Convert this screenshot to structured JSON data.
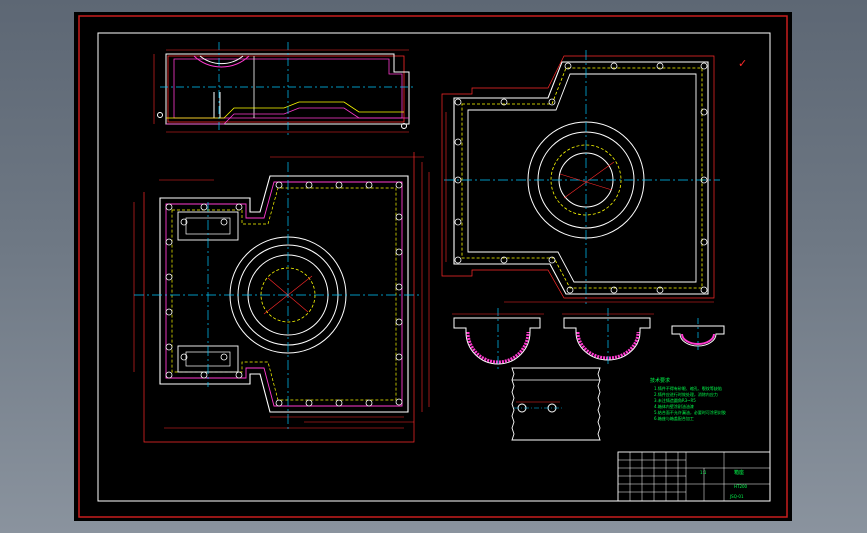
{
  "viewer": {
    "background_color": "#6b7581",
    "sheet_color": "#000000",
    "outer_border_color": "#c81e1e",
    "inner_border_color": "#ffffff"
  },
  "drawing": {
    "colors": {
      "outline": "#ffffff",
      "center_line": "#00c8ff",
      "dimension": "#ff2a2a",
      "hatch": "#ff3ad0",
      "hidden": "#ffff00",
      "notes": "#00ff4c",
      "frame": "#ffffff"
    },
    "views": [
      {
        "name": "side-section-view"
      },
      {
        "name": "main-plan-view"
      },
      {
        "name": "top-right-plan-view"
      },
      {
        "name": "section-a"
      },
      {
        "name": "section-b"
      },
      {
        "name": "section-c"
      },
      {
        "name": "detail-view"
      }
    ],
    "roughness_mark": "✓",
    "notes_block": {
      "heading": "技术要求",
      "lines": [
        "1.铸件不得有砂眼、缩孔、裂纹等缺陷",
        "2.铸件应进行时效处理，消除内应力",
        "3.未注铸造圆角R3~R5",
        "4.箱体内壁涂耐油油漆",
        "5.结合面不允许漏油，必要时可涂密封胶",
        "6.箱座与箱盖配合加工"
      ]
    },
    "title_block": {
      "title": "箱座",
      "scale": "1:1",
      "material": "HT200",
      "drawing_no": "JSQ-01"
    }
  }
}
